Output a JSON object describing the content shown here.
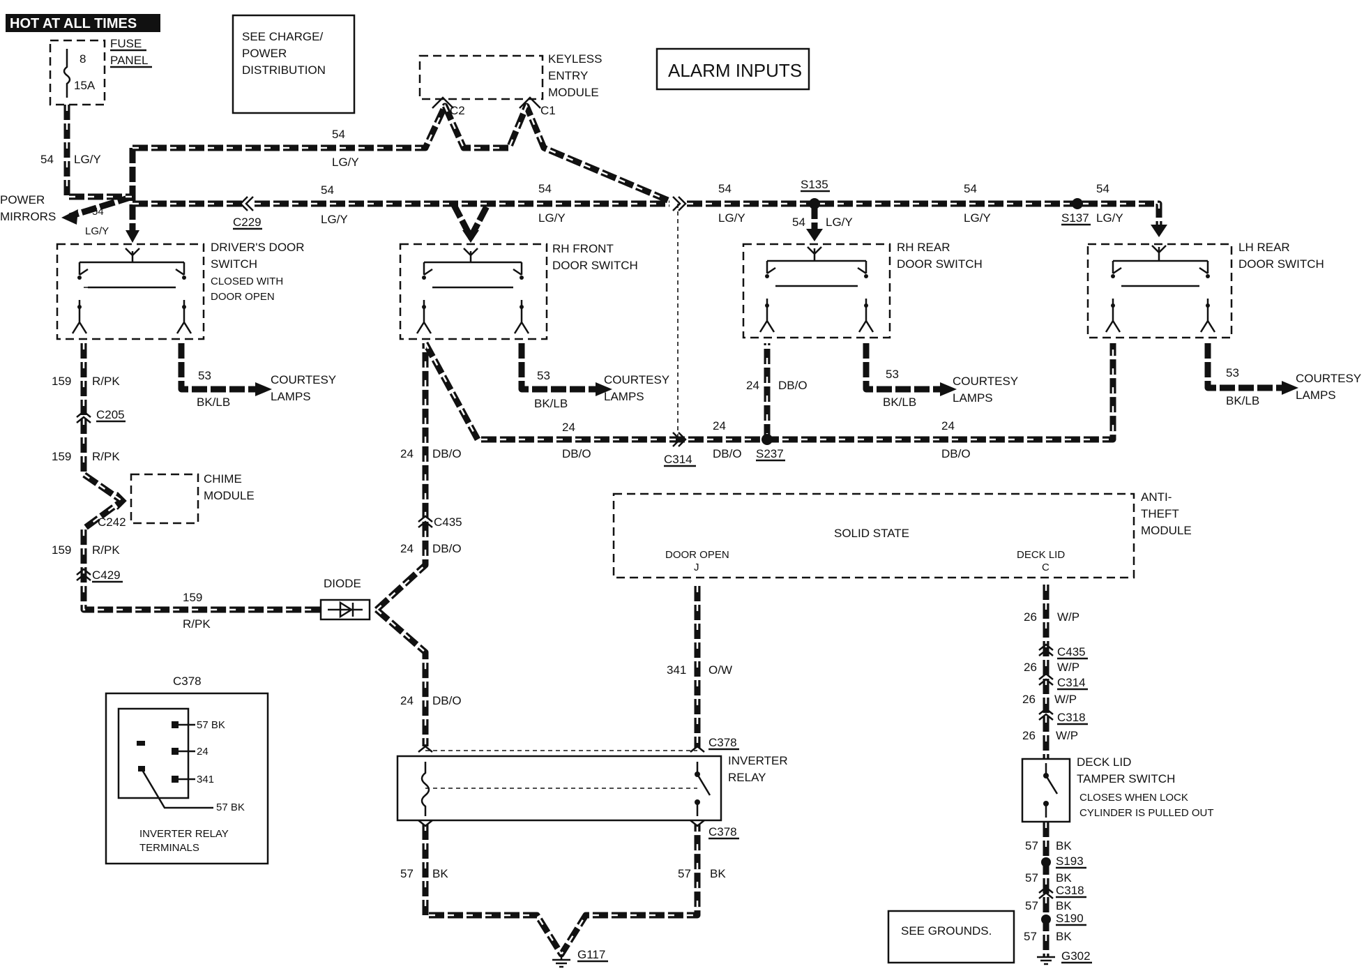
{
  "title": "ALARM INPUTS",
  "power": {
    "hot_label": "HOT AT ALL TIMES",
    "fuse_panel": "FUSE PANEL",
    "fuse_number": "8",
    "fuse_rating": "15A",
    "see_charge": [
      "SEE CHARGE/",
      "POWER",
      "DISTRIBUTION"
    ]
  },
  "keyless": {
    "name": [
      "KEYLESS",
      "ENTRY",
      "MODULE"
    ],
    "c2": "C2",
    "c1": "C1"
  },
  "power_mirrors": [
    "POWER",
    "MIRRORS"
  ],
  "wire_labels": {
    "n54": "54",
    "lgy": "LG/Y",
    "n159": "159",
    "rpk": "R/PK",
    "n24": "24",
    "dbo": "DB/O",
    "n53": "53",
    "bklb": "BK/LB",
    "n26": "26",
    "wp": "W/P",
    "n341": "341",
    "ow": "O/W",
    "n57": "57",
    "bk": "BK"
  },
  "connectors": {
    "c229": "C229",
    "s135": "S135",
    "s137": "S137",
    "c205": "C205",
    "c242": "C242",
    "c429": "C429",
    "c435": "C435",
    "c314": "C314",
    "s237": "S237",
    "c318": "C318",
    "c378": "C378",
    "s193": "S193",
    "s190": "S190",
    "g117": "G117",
    "g302": "G302"
  },
  "switches": {
    "driver": {
      "name": [
        "DRIVER'S DOOR",
        "SWITCH"
      ],
      "note": [
        "CLOSED WITH",
        "DOOR OPEN"
      ]
    },
    "rh_front": {
      "name": [
        "RH FRONT",
        "DOOR SWITCH"
      ]
    },
    "rh_rear": {
      "name": [
        "RH REAR",
        "DOOR SWITCH"
      ]
    },
    "lh_rear": {
      "name": [
        "LH REAR",
        "DOOR SWITCH"
      ]
    }
  },
  "courtesy": [
    "COURTESY",
    "LAMPS"
  ],
  "chime": [
    "CHIME",
    "MODULE"
  ],
  "diode": "DIODE",
  "anti_theft": {
    "name": [
      "ANTI-",
      "THEFT",
      "MODULE"
    ],
    "solid_state": "SOLID STATE",
    "door_open": "DOOR OPEN",
    "door_open_pin": "J",
    "deck_lid": "DECK LID",
    "deck_lid_pin": "C"
  },
  "inverter_relay": [
    "INVERTER",
    "RELAY"
  ],
  "deck_switch": {
    "name": [
      "DECK LID",
      "TAMPER SWITCH"
    ],
    "note": [
      "CLOSES WHEN LOCK",
      "CYLINDER IS PULLED OUT"
    ]
  },
  "terminals": {
    "title": "C378",
    "pins": [
      "57 BK",
      "24",
      "341",
      "57 BK"
    ],
    "caption": [
      "INVERTER RELAY",
      "TERMINALS"
    ]
  },
  "see_grounds": "SEE GROUNDS."
}
